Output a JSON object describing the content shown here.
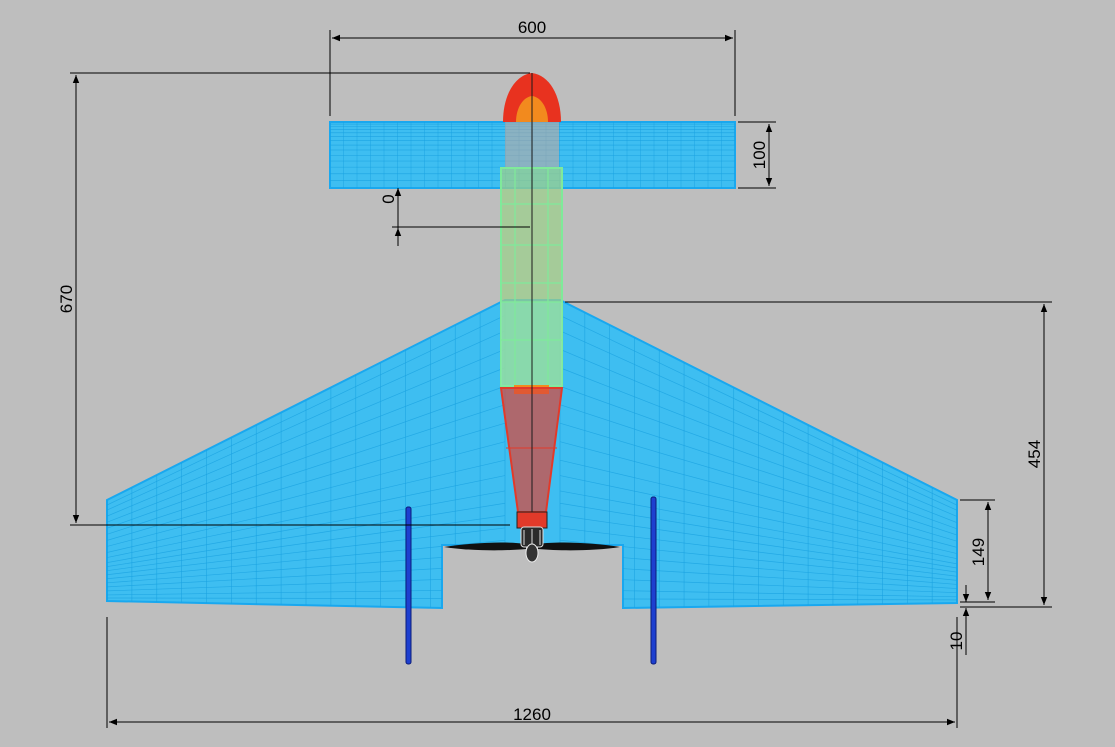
{
  "colors": {
    "background": "#bebebe",
    "wing": "#33bef5",
    "wing_mesh": "#1aa2e0",
    "fuselage_red": "#e23a2a",
    "nose_orange": "#f08a1e",
    "fuselage_green": "#90d6a0",
    "gear": "#1d3fd0",
    "dimension_line": "#000000"
  },
  "dimensions": {
    "tail_span": "600",
    "tail_chord": "100",
    "tail_offset": "0",
    "overall_length": "670",
    "wing_root_to_tip": "454",
    "tip_chord": "149",
    "tip_offset": "10",
    "wing_span": "1260"
  },
  "parts": {
    "propeller": "propeller-icon",
    "landing_gear": "gear-strut"
  }
}
